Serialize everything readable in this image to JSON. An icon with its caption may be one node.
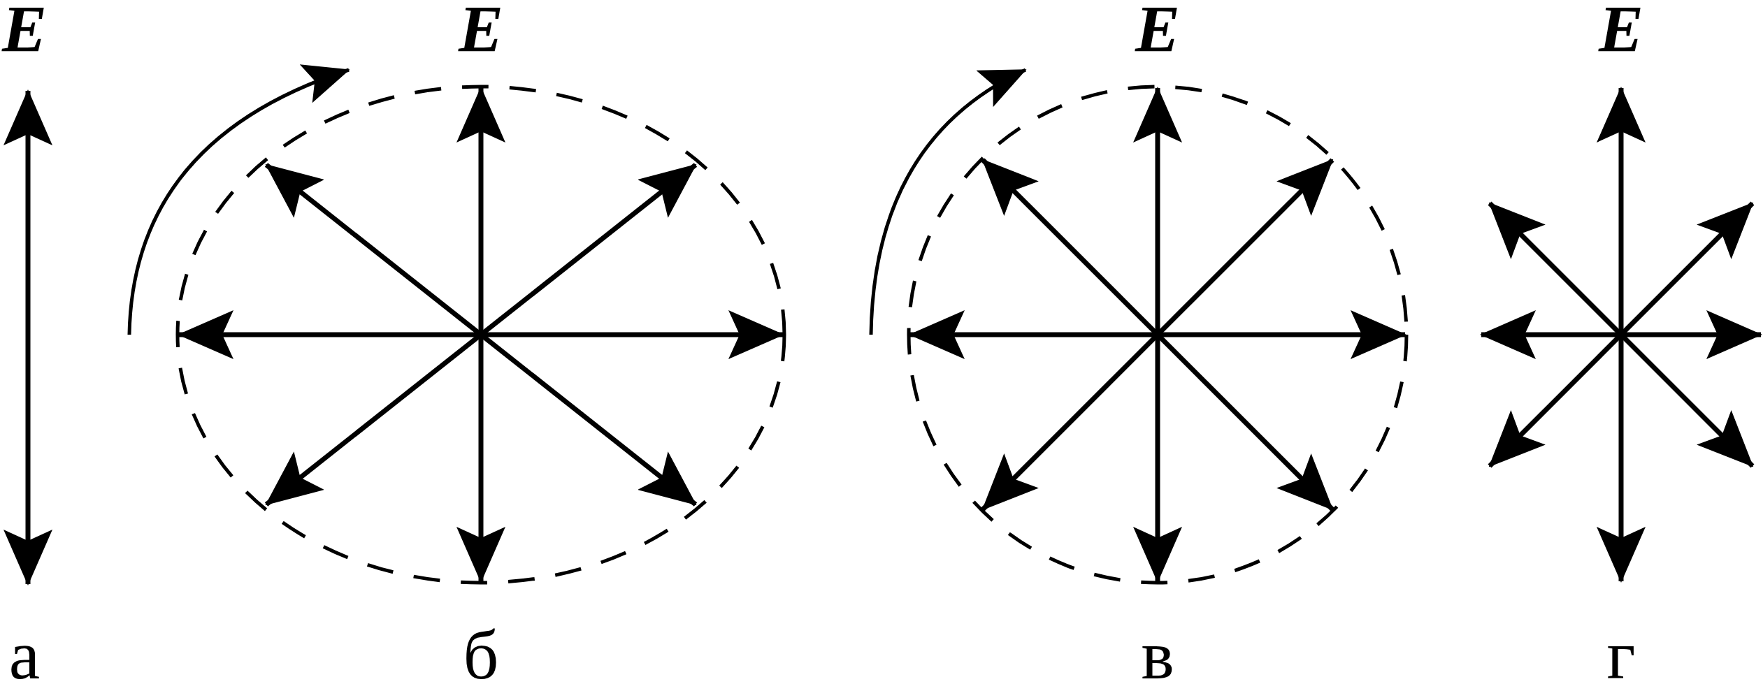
{
  "diagram": {
    "labels": [
      "E",
      "E",
      "E",
      "E",
      "а",
      "б",
      "в",
      "г"
    ]
  }
}
